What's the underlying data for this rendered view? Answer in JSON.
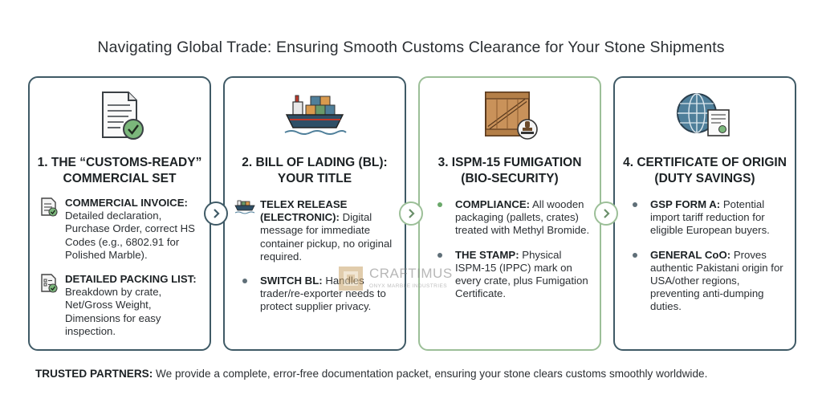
{
  "title": "Navigating Global Trade: Ensuring Smooth Customs Clearance for Your Stone Shipments",
  "colors": {
    "card_border": "#3f5a66",
    "card_border_highlight": "#9cbf98",
    "accent_green": "#6aa86a",
    "text": "#2b2f33"
  },
  "cards": [
    {
      "icon": "document-check-icon",
      "heading_line1": "1. THE “CUSTOMS-READY”",
      "heading_line2": "COMMERCIAL SET",
      "items": [
        {
          "icon": "invoice-icon",
          "label": "COMMERCIAL INVOICE:",
          "text": "Detailed declaration, Purchase Order, correct HS Codes (e.g., 6802.91 for Polished Marble)."
        },
        {
          "icon": "checklist-icon",
          "label": "DETAILED PACKING LIST:",
          "text": "Breakdown by crate, Net/Gross Weight, Dimensions for easy inspection."
        }
      ]
    },
    {
      "icon": "cargo-ship-icon",
      "heading_line1": "2. BILL OF LADING (BL):",
      "heading_line2": "YOUR TITLE",
      "items": [
        {
          "icon": "ship-icon",
          "label": "TELEX RELEASE (ELECTRONIC):",
          "text": "Digital message for immediate container pickup, no original required."
        },
        {
          "icon": "bullet-dot",
          "label": "SWITCH BL:",
          "text": "Handles trader/re-exporter needs to protect supplier privacy."
        }
      ]
    },
    {
      "icon": "wooden-crate-stamp-icon",
      "heading_line1": "3. ISPM-15 FUMIGATION",
      "heading_line2": "(BIO-SECURITY)",
      "items": [
        {
          "icon": "bullet-dot",
          "label": "COMPLIANCE:",
          "text": "All wooden packaging (pallets, crates) treated with Methyl Bromide."
        },
        {
          "icon": "bullet-dot",
          "label": "THE STAMP:",
          "text": "Physical ISPM-15 (IPPC) mark on every crate, plus Fumigation Certificate."
        }
      ]
    },
    {
      "icon": "globe-certificate-icon",
      "heading_line1": "4. CERTIFICATE OF ORIGIN",
      "heading_line2": "(DUTY SAVINGS)",
      "items": [
        {
          "icon": "bullet-dot",
          "label": "GSP FORM A:",
          "text": "Potential import tariff reduction for eligible European buyers."
        },
        {
          "icon": "bullet-dot",
          "label": "GENERAL CoO:",
          "text": "Proves authentic Pakistani origin for USA/other regions, preventing anti-dumping duties."
        }
      ]
    }
  ],
  "arrows": [
    "chevron-right-icon",
    "chevron-right-icon",
    "chevron-right-icon"
  ],
  "footer": {
    "label": "TRUSTED PARTNERS:",
    "text": "We provide a complete, error-free documentation packet, ensuring your stone clears customs smoothly worldwide."
  },
  "watermark": {
    "name": "CRAFTIMUS",
    "tagline": "ONYX MARBLE INDUSTRIES"
  }
}
